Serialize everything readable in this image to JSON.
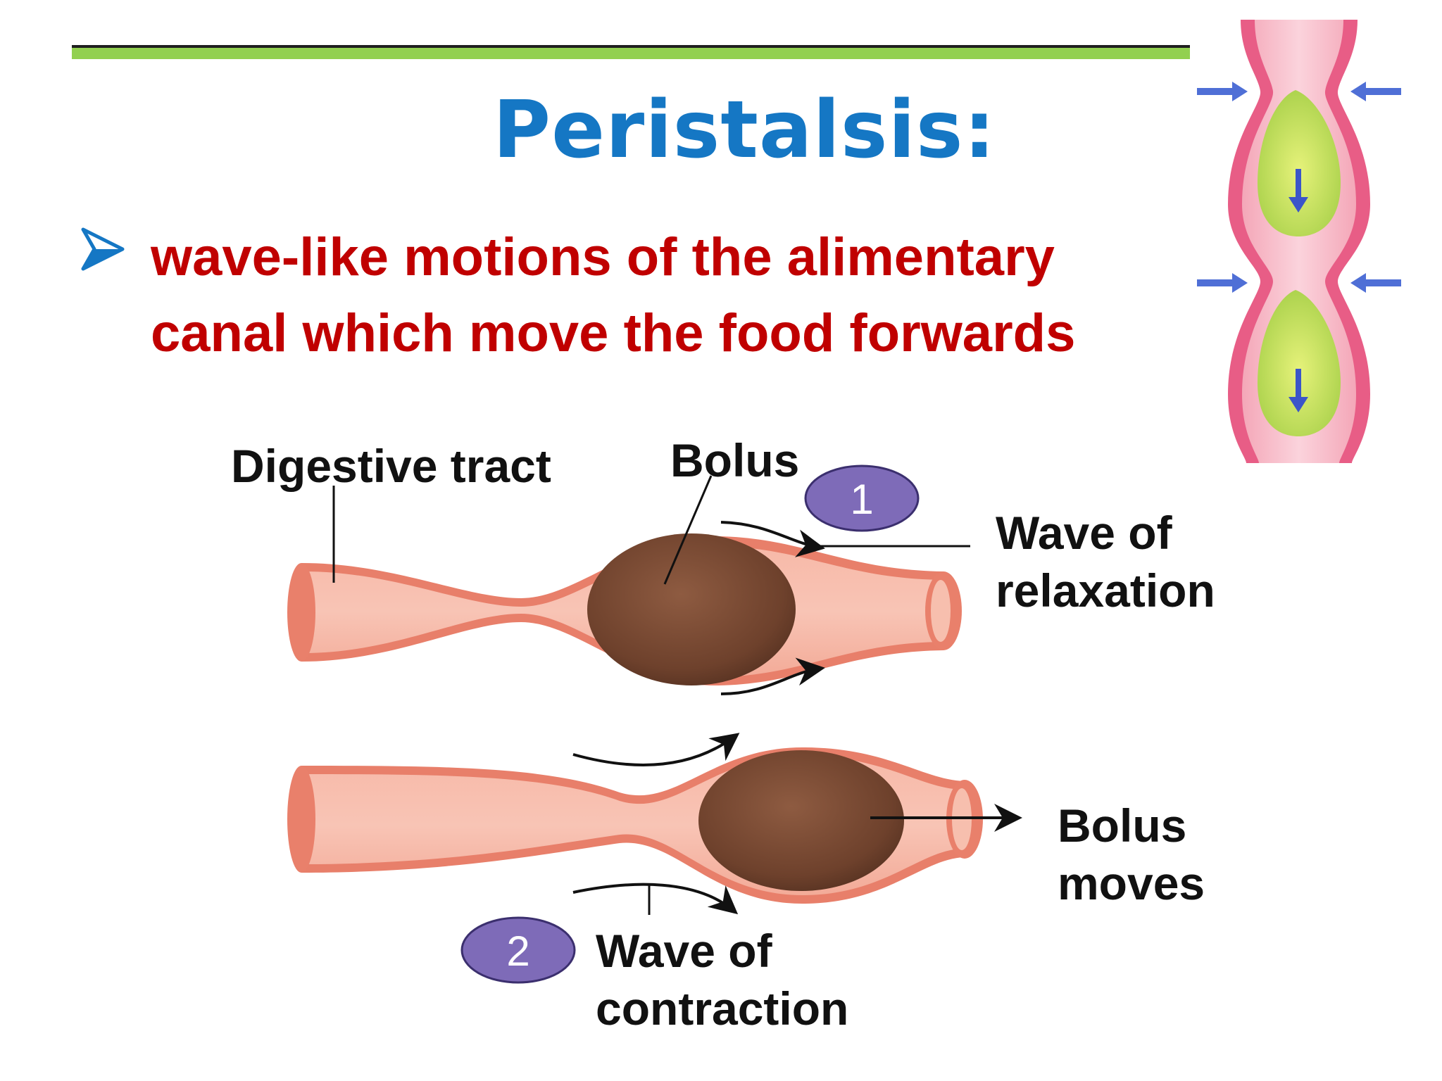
{
  "slide": {
    "title": "Peristalsis:",
    "bullet_text": "wave-like motions of the alimentary canal which move the food forwards"
  },
  "diagram": {
    "labels": {
      "digestive_tract": "Digestive tract",
      "bolus": "Bolus",
      "wave_relaxation_line1": "Wave of",
      "wave_relaxation_line2": "relaxation",
      "bolus_moves_line1": "Bolus",
      "bolus_moves_line2": "moves",
      "wave_contraction_line1": "Wave of",
      "wave_contraction_line2": "contraction"
    },
    "step_badges": [
      "1",
      "2"
    ]
  },
  "colors": {
    "title": "#1577c4",
    "bullet_text": "#c00000",
    "rule_green": "#92d050",
    "tract_fill": "#f2a28e",
    "bolus_fill": "#7a4a33",
    "badge_fill": "#7e6bb8",
    "arrow_blue": "#4f6fd6"
  }
}
